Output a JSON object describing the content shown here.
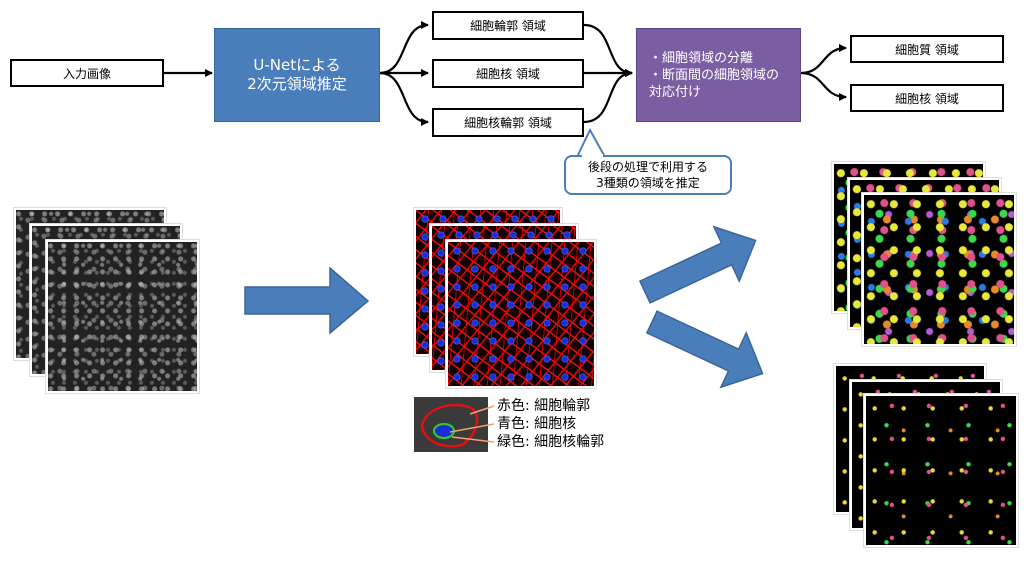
{
  "flow": {
    "input_label": "入力画像",
    "unet_line1": "U-Netによる",
    "unet_line2": "2次元領域推定",
    "region_outline": "細胞輪郭 領域",
    "region_nucleus": "細胞核 領域",
    "region_nucleus_outline": "細胞核輪郭 領域",
    "post_line1": "・細胞領域の分離",
    "post_line2": "・断面間の細胞領域の",
    "post_line3": "対応付け",
    "out_cytoplasm": "細胞質 領域",
    "out_nucleus": "細胞核 領域"
  },
  "callout": {
    "line1": "後段の処理で利用する",
    "line2": "3種類の領域を推定"
  },
  "legend": {
    "red": "赤色: 細胞輪郭",
    "blue": "青色: 細胞核",
    "green": "緑色: 細胞核輪郭"
  },
  "colors": {
    "unet_box": "#4a7ebb",
    "post_box": "#7b5ea1",
    "big_arrow": "#4a7ebb",
    "legend_red": "#e01010",
    "legend_blue": "#1b2bd8",
    "legend_green": "#2ec82e"
  }
}
